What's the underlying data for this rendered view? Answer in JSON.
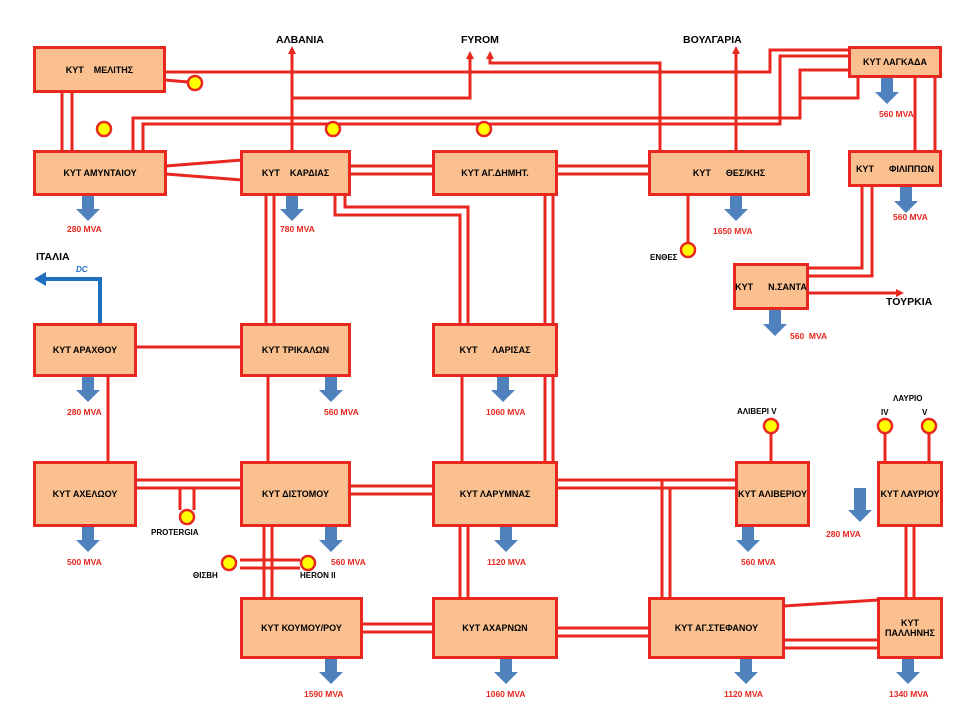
{
  "substations": {
    "melitis": "ΚΥΤ    ΜΕΛΙΤΗΣ",
    "lagkada": "ΚΥΤ ΛΑΓΚΑΔΑ",
    "amyntaiou": "ΚΥΤ ΑΜΥΝΤΑΙΟΥ",
    "kardias": "ΚΥΤ    ΚΑΡΔΙΑΣ",
    "ag_dimitriou": "ΚΥΤ ΑΓ.ΔΗΜΗΤ.",
    "thessalonikis": "ΚΥΤ      ΘΕΣ/ΚΗΣ",
    "filippon": "ΚΥΤ      ΦΙΛΙΠΠΩΝ",
    "n_santa": "ΚΥΤ      Ν.ΣΑΝΤΑ",
    "arachthou": "ΚΥΤ ΑΡΑΧΘΟΥ",
    "trikalon": "ΚΥΤ ΤΡΙΚΑΛΩΝ",
    "larisas": "ΚΥΤ      ΛΑΡΙΣΑΣ",
    "acheloou": "ΚΥΤ ΑΧΕΛΩΟΥ",
    "distomou": "ΚΥΤ ΔΙΣΤΟΜΟΥ",
    "larymnas": "ΚΥΤ ΛΑΡΥΜΝΑΣ",
    "aliveriou": "ΚΥΤ ΑΛΙΒΕΡΙΟΥ",
    "lavriou": "ΚΥΤ ΛΑΥΡΙΟΥ",
    "koumoyrou": "ΚΥΤ ΚΟΥΜΟΥ/ΡΟΥ",
    "acharnon": "ΚΥΤ ΑΧΑΡΝΩΝ",
    "ag_stefanou": "ΚΥΤ ΑΓ.ΣΤΕΦΑΝΟΥ",
    "pallinis_1": "ΚΥΤ",
    "pallinis_2": "ΠΑΛΛΗΝΗΣ"
  },
  "loads": {
    "amyntaiou": "280 MVA",
    "kardias": "780 MVA",
    "thessalonikis": "1650 MVA",
    "lagkada": "560 MVA",
    "filippon": "560 MVA",
    "n_santa": "560  MVA",
    "arachthou": "280 MVA",
    "trikalon": "560 MVA",
    "larisas": "1060 MVA",
    "acheloou": "500 MVA",
    "distomou": "560 MVA",
    "larymnas": "1120 MVA",
    "aliveriou": "560 MVA",
    "lavriou": "280 MVA",
    "koumoyrou": "1590 MVA",
    "acharnon": "1060 MVA",
    "ag_stefanou": "1120 MVA",
    "pallinis": "1340 MVA"
  },
  "interconnections": {
    "albania": "ΑΛΒΑΝΙΑ",
    "fyrom": "FYROM",
    "voulgaria": "ΒΟΥΛΓΑΡΙΑ",
    "tourkia": "ΤΟΥΡΚΙΑ",
    "italia": "ΙΤΑΛΙΑ",
    "dc": "DC"
  },
  "generators": {
    "enthes": "ΕΝΘΕΣ",
    "protergia": "PROTERGIA",
    "thisvi": "ΘΙΣΒΗ",
    "heron": "HERON II",
    "aliveri_v": "ΑΛΙΒΕΡΙ V",
    "lavrio": "ΛΑΥΡΙΟ",
    "lavrio_iv": "IV",
    "lavrio_v": "V"
  },
  "colors": {
    "line": "#e8271f",
    "box_fill": "#fac090",
    "load_arrow": "#4f81bd",
    "dc_line": "#1f6fc0",
    "generator_fill": "#ffff00"
  }
}
